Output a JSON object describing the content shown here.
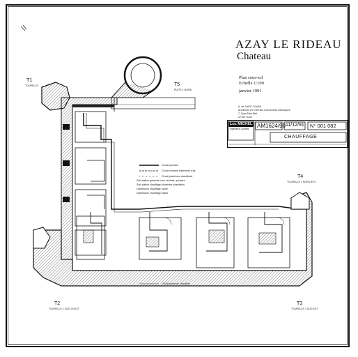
{
  "title": "AZAY LE RIDEAU",
  "subtitle": "Chateau",
  "plan": {
    "line1": "Plan sous-sol",
    "line2": "Echelle 1:100",
    "date": "janvier 1991"
  },
  "architect": {
    "line1": "A. de SAINT-JOUAN",
    "line2": "Architecte en Chef des monuments historiques",
    "line3": "7, Quai Paul Bert",
    "line4": "37100 Tours"
  },
  "stamp": {
    "company": "Luc MICHEL",
    "company_sub": "Ingénieur Conseil",
    "ref": "AM1624/90",
    "date": "11/12/91",
    "number": "N° 001 082",
    "label": "CHAUFFAGE"
  },
  "towers": {
    "t1": "T1",
    "t1_sub": "TOURELLE",
    "t2": "T2",
    "t2_sub": "TOURELLE 1 SUD-OUEST",
    "t3": "T3",
    "t3_sub": "TOURELLE 1 SUD-EST",
    "t4": "T4",
    "t4_sub": "TOURELLE 1 NORD-EST",
    "t5": "T5",
    "t5_sub": "PUITS 1 NORD"
  },
  "legend": {
    "circuit_primaire": "Circuit primaire",
    "circuit_centrale": "Circuit centrale traitement d'air",
    "circuit_planchers": "Circuit planchers chauffants",
    "circuit_plancher2": "Circuit plancher chauffant",
    "note1": "Sub-station générale vers centrale, primaire",
    "note2": "Sub-station chauffage planchers chauffants",
    "note3": "Distribution chauffage haute",
    "note4": "Distribution chauffage basse"
  },
  "colors": {
    "ink": "#111111",
    "paper": "#ffffff",
    "hatch": "#555555"
  }
}
